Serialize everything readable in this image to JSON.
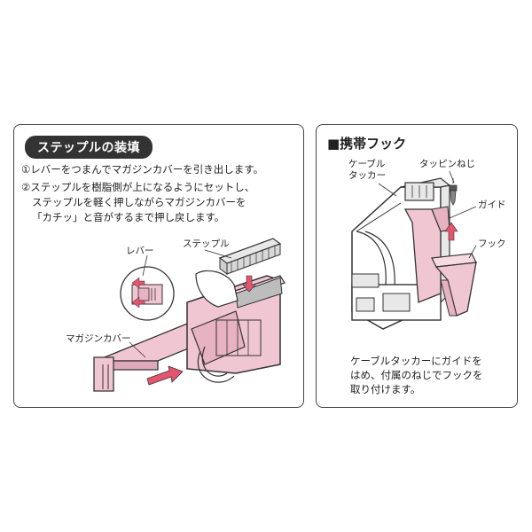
{
  "left": {
    "title": "ステップルの装填",
    "step1": "①レバーをつまんでマガジンカバーを引き出します。",
    "step2_l1": "②ステップルを樹脂側が上になるようにセットし、",
    "step2_l2": "ステップルを軽く押しながらマガジンカバーを",
    "step2_l3": "「カチッ」と音がするまで押し戻します。",
    "labels": {
      "staple": "ステップル",
      "lever": "レバー",
      "magazine": "マガジンカバー"
    }
  },
  "right": {
    "title": "■携帯フック",
    "labels": {
      "cable_l1": "ケーブル",
      "cable_l2": "タッカー",
      "screw": "タッピンねじ",
      "guide": "ガイド",
      "hook": "フック"
    },
    "caption_l1": "ケーブルタッカーにガイドを",
    "caption_l2": "はめ、付属のねじでフックを",
    "caption_l3": "取り付けます。"
  },
  "colors": {
    "pink": "#f1c6d3",
    "pink_dark": "#c98aa0",
    "outline": "#333333",
    "arrow": "#e4556f",
    "gray": "#e8e8e8"
  }
}
